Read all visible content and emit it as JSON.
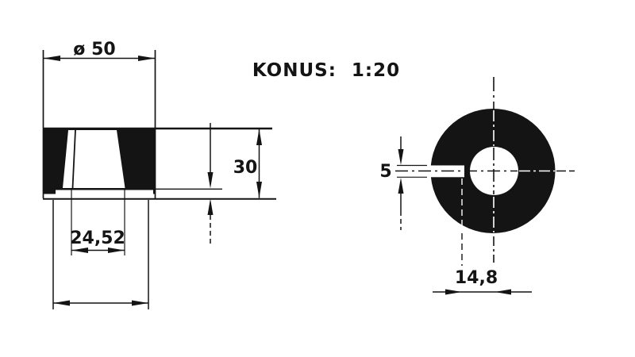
{
  "drawing": {
    "title": "KONUS: 1:20",
    "ink_color": "#141414",
    "background_color": "#ffffff",
    "front_section_view": {
      "outer_diameter_label": "ø 50",
      "height_label": "30",
      "bore_diameter_label": "24,52"
    },
    "side_circular_view": {
      "slot_width_label": "5",
      "slot_end_to_center_label": "14,8"
    }
  }
}
